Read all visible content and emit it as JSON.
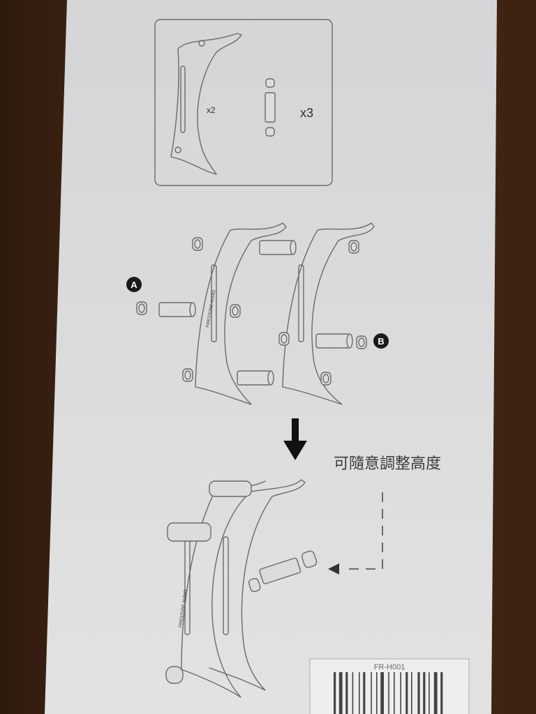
{
  "parts_box": {
    "bracket_qty": "x2",
    "post_qty": "x3"
  },
  "bracket_brand": "FIRESTONE AUDIO",
  "labels": {
    "a": "A",
    "b": "B"
  },
  "height_note": "可隨意調整高度",
  "barcode_label": {
    "model": "FR-H001"
  },
  "colors": {
    "wood": "#4a2a16",
    "panel": "#d9d9db",
    "line": "#6a6a6a"
  }
}
